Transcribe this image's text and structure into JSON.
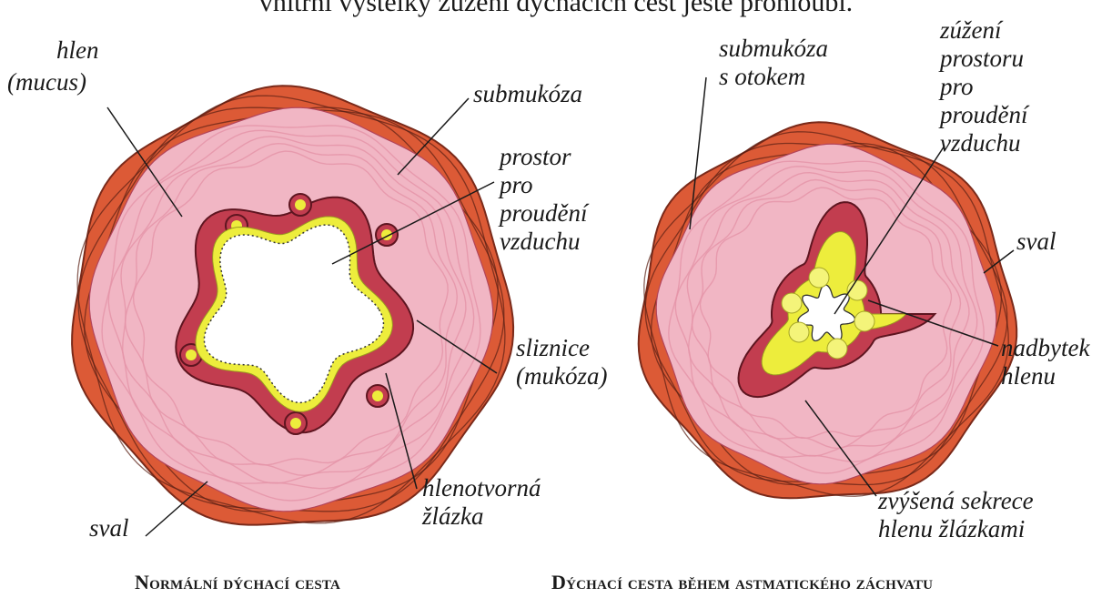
{
  "caption_top": "vnitřní výstelky zúžení dýchacích cest ještě prohloubí.",
  "left": {
    "title": "Normální dýchací cesta",
    "labels": {
      "hlen": "hlen",
      "mucus": "(mucus)",
      "submukoza": "submukóza",
      "prostor": [
        "prostor",
        "pro",
        "proudění",
        "vzduchu"
      ],
      "sliznice": [
        "sliznice",
        "(mukóza)"
      ],
      "zlazka": [
        "hlenotvorná",
        "žlázka"
      ],
      "sval": "sval"
    }
  },
  "right": {
    "title": "Dýchací cesta během astmatického záchvatu",
    "labels": {
      "submukoza": [
        "submukóza",
        "s otokem"
      ],
      "zuzeni": [
        "zúžení",
        "prostoru",
        "pro",
        "proudění",
        "vzduchu"
      ],
      "sval": "sval",
      "nadbytek": [
        "nadbytek",
        "hlenu"
      ],
      "sekrece": [
        "zvýšená sekrece",
        "hlenu žlázkami"
      ]
    }
  },
  "colors": {
    "muscle": "#dc5a36",
    "submucosa": "#f1b6c4",
    "mucosa": "#c23d4f",
    "mucus": "#eded3c",
    "airway": "#ffffff"
  }
}
